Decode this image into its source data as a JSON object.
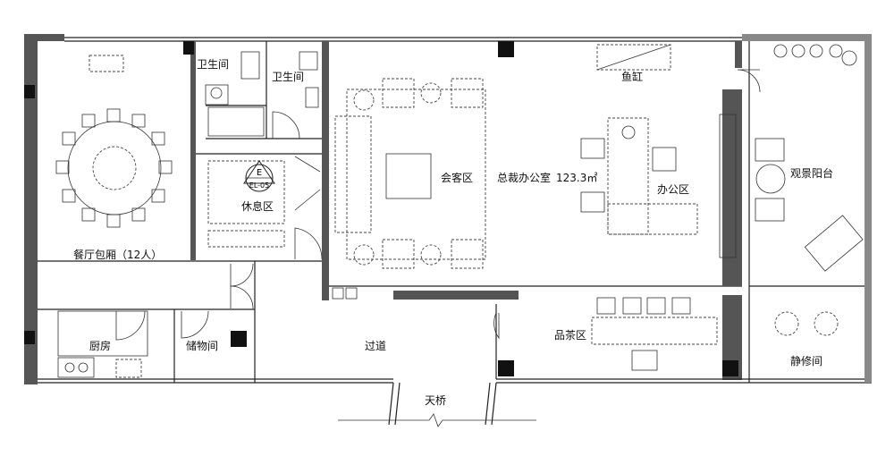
{
  "plan": {
    "rooms": {
      "restroom_1": "卫生间",
      "restroom_2": "卫生间",
      "dining_room": "餐厅包厢（12人）",
      "lounge": "休息区",
      "reception": "会客区",
      "ceo_office": "总裁办公室",
      "ceo_office_area": "123.3㎡",
      "fish_tank": "鱼缸",
      "office_area": "办公区",
      "balcony": "观景阳台",
      "tea_area": "品茶区",
      "meditation_room": "静修间",
      "kitchen": "厨房",
      "storage": "储物间",
      "corridor": "过道",
      "skybridge": "天桥"
    },
    "elevation_tag": {
      "letter": "E",
      "code": "EL-05"
    }
  }
}
